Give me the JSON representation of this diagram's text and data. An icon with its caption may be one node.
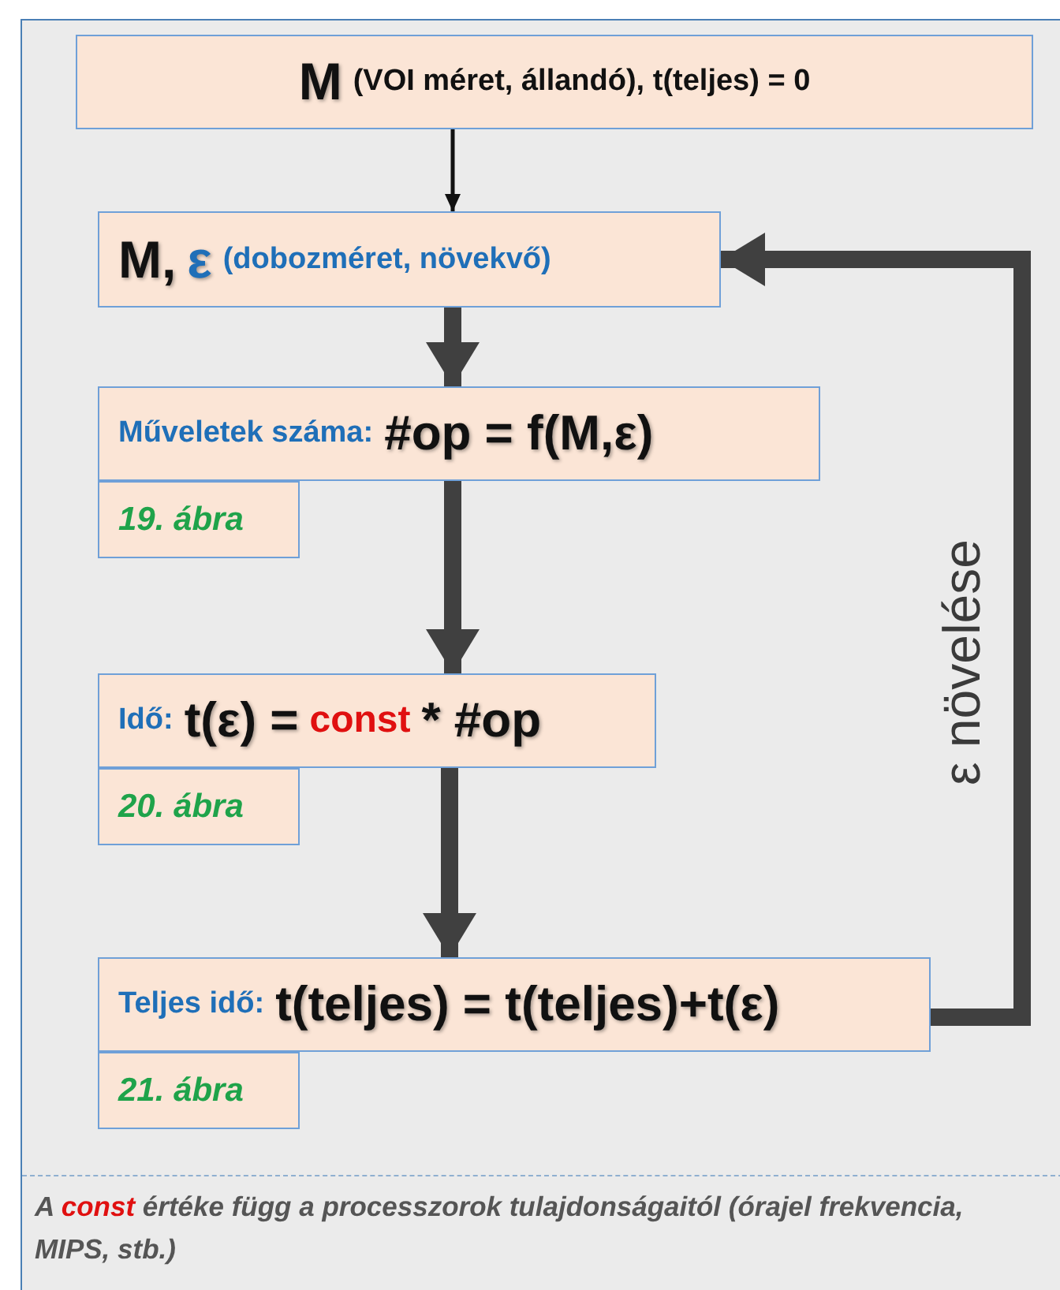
{
  "diagram": {
    "nodes": [
      {
        "text": [
          "M",
          "(VOI méret, állandó), t(teljes) = 0"
        ]
      },
      {
        "text": [
          "M,",
          "ε",
          "(dobozméret, növekvő)"
        ]
      },
      {
        "text": [
          "Műveletek száma:",
          "#op = f(M,ε)"
        ]
      },
      {
        "text": [
          "19. ábra"
        ]
      },
      {
        "text": [
          "Idő:",
          "t(ε) =",
          "const",
          "* #op"
        ]
      },
      {
        "text": [
          "20. ábra"
        ]
      },
      {
        "text": [
          "Teljes idő:",
          "t(teljes) = t(teljes)+t(ε)"
        ]
      },
      {
        "text": [
          "21. ábra"
        ]
      }
    ],
    "edges": [
      {
        "from": 0,
        "to": 1,
        "arrow": "to",
        "color": "#111111"
      },
      {
        "from": 1,
        "to": 2,
        "arrow": "to"
      },
      {
        "from": 2,
        "to": 4,
        "arrow": "to"
      },
      {
        "from": 4,
        "to": 6,
        "arrow": "to"
      },
      {
        "from": 6,
        "to": 1,
        "arrow": "to",
        "label": "ε növelése"
      }
    ],
    "caption": "A **const** értéke függ a processzorok tulajdonságaitól (órajel frekvencia, MIPS, stb.)"
  }
}
